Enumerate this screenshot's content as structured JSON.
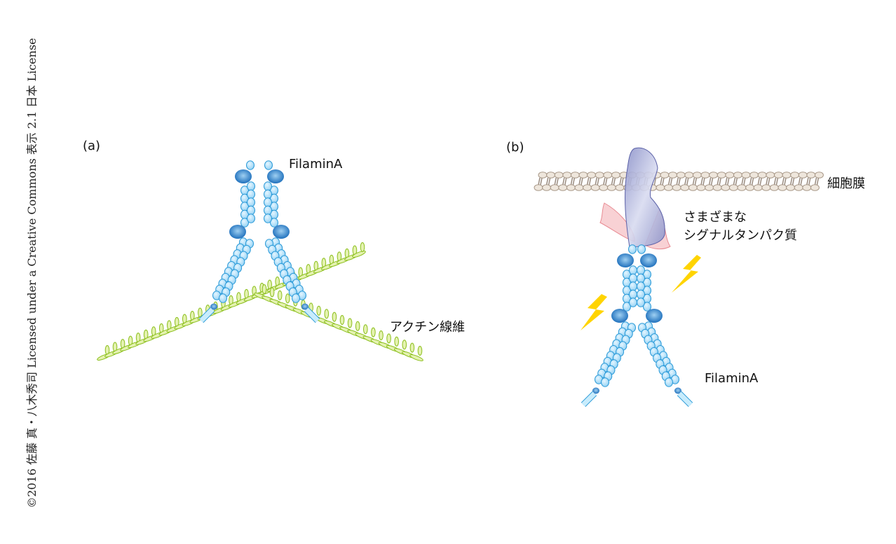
{
  "copyright": "©2016 佐藤 真・八木秀司 Licensed under a Creative Commons 表示 2.1 日本 License",
  "panel_a": {
    "label": "(a)",
    "filamin_label": "FilaminA",
    "actin_label": "アクチン線維"
  },
  "panel_b": {
    "label": "(b)",
    "membrane_label": "細胞膜",
    "signal_label_1": "さまざまな",
    "signal_label_2": "シグナルタンパク質",
    "filamin_label": "FilaminA"
  },
  "colors": {
    "bead": "#a8dcf7",
    "bead_stroke": "#2a9ad8",
    "blob": "#1f78c8",
    "actin": "#b8d84a",
    "membrane": "#b3a79c",
    "receptor": "#9a9fd0",
    "signal": "#f4b3b8",
    "bolt": "#ffd400"
  }
}
